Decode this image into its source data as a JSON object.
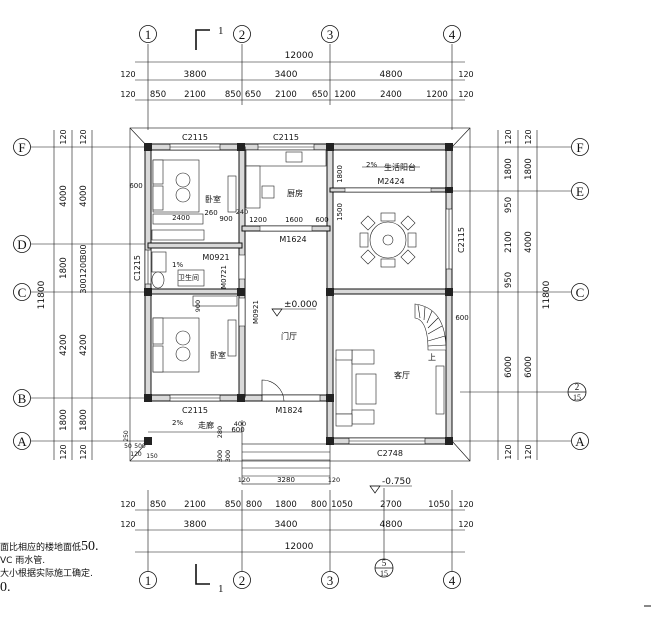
{
  "grid": {
    "cols": [
      "1",
      "2",
      "3",
      "4"
    ],
    "rows": [
      "A",
      "B",
      "C",
      "D",
      "E",
      "F"
    ],
    "top_section_mark": "1",
    "bottom_section_mark": "1",
    "index_5_15_num": "5",
    "index_5_15_den": "15",
    "index_2_15_num": "2",
    "index_2_15_den": "15"
  },
  "dims": {
    "top_total": "12000",
    "top_bays": [
      "3800",
      "3400",
      "4800"
    ],
    "top_end": "120",
    "top_detail": [
      "850",
      "2100",
      "850",
      "650",
      "2100",
      "650",
      "1200",
      "2400",
      "1200"
    ],
    "bottom_detail": [
      "850",
      "2100",
      "850",
      "800",
      "1800",
      "800",
      "1050",
      "2700",
      "1050"
    ],
    "bottom_bays": [
      "3800",
      "3400",
      "4800"
    ],
    "bottom_total": "12000",
    "left_total": "11800",
    "left_parts": [
      "4000",
      "1800",
      "4200",
      "1800"
    ],
    "left_detail": [
      "4000",
      "300",
      "1200",
      "300",
      "4200",
      "1800"
    ],
    "right_total": "11800",
    "right_parts": [
      "1800",
      "4000",
      "6000"
    ],
    "right_detail": [
      "1800",
      "950",
      "2100",
      "950",
      "6000"
    ],
    "small": [
      "600",
      "600",
      "2400",
      "260",
      "900",
      "240",
      "1200",
      "1600",
      "600",
      "1800",
      "1500",
      "900",
      "600",
      "3280",
      "120",
      "120",
      "280",
      "400",
      "300",
      "300",
      "50",
      "150",
      "250",
      "120",
      "500"
    ]
  },
  "rooms": {
    "bedroom_top": "卧室",
    "kitchen": "厨房",
    "living_balcony": "生活阳台",
    "bathroom": "卫生间",
    "bath_slope": "1%",
    "hall": "门厅",
    "bedroom_bottom": "卧室",
    "living": "客厅",
    "corridor": "走廊",
    "up": "上",
    "slope_balcony": "2%",
    "slope_corridor": "2%"
  },
  "openings": {
    "c2115_a": "C2115",
    "c2115_b": "C2115",
    "c2115_c": "C2115",
    "c2115_right": "C2115",
    "c1215": "C1215",
    "m2424": "M2424",
    "m1624": "M1624",
    "m0921_a": "M0921",
    "m0921_b": "M0921",
    "m0721": "M0721",
    "m1824": "M1824",
    "c2748": "C2748"
  },
  "elevations": {
    "floor": "±0.000",
    "outside": "-0.750"
  },
  "notes": [
    {
      "pre": "面比相应的楼地面低",
      "big": "50."
    },
    {
      "pre": "VC 雨水管.",
      "big": ""
    },
    {
      "pre": "大小根据实际施工确定.",
      "big": ""
    },
    {
      "pre": "",
      "big": "0."
    }
  ]
}
